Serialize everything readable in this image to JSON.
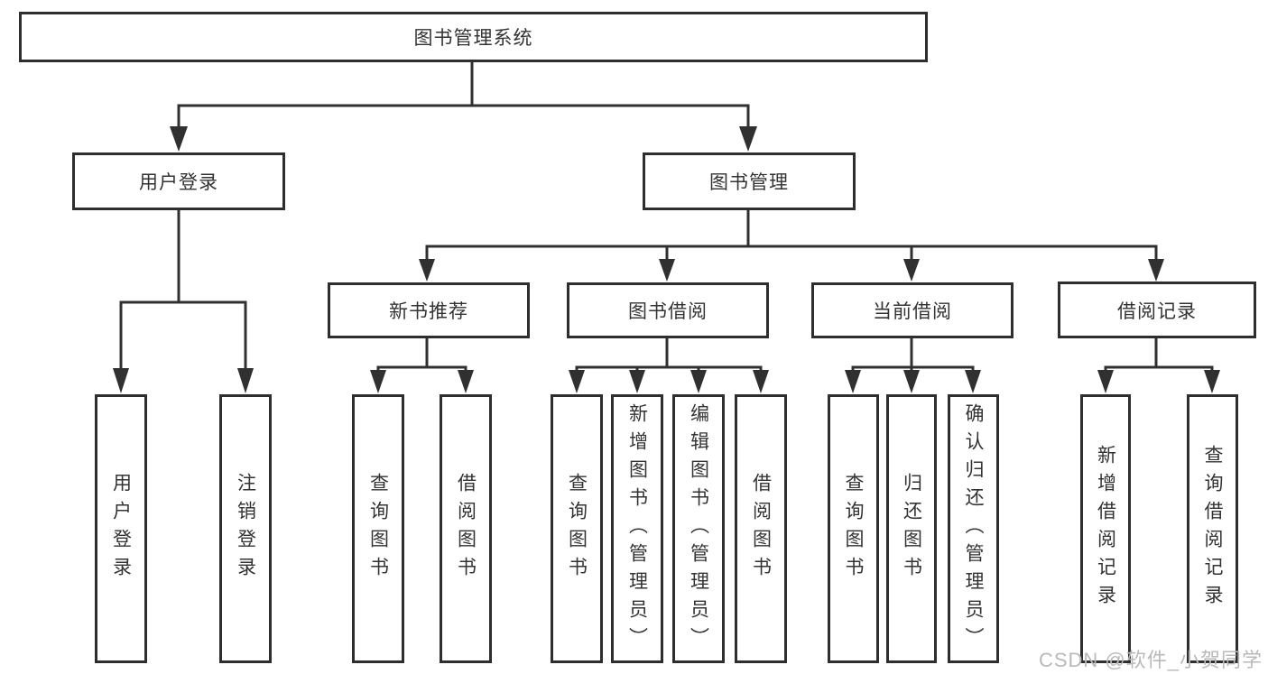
{
  "tree": {
    "label": "图书管理系统",
    "children": [
      {
        "label": "用户登录",
        "children": [
          {
            "label": "用户登录"
          },
          {
            "label": "注销登录"
          }
        ]
      },
      {
        "label": "图书管理",
        "children": [
          {
            "label": "新书推荐",
            "children": [
              {
                "label": "查询图书"
              },
              {
                "label": "借阅图书"
              }
            ]
          },
          {
            "label": "图书借阅",
            "children": [
              {
                "label": "查询图书"
              },
              {
                "label": "新增图书（管理员）"
              },
              {
                "label": "编辑图书（管理员）"
              },
              {
                "label": "借阅图书"
              }
            ]
          },
          {
            "label": "当前借阅",
            "children": [
              {
                "label": "查询图书"
              },
              {
                "label": "归还图书"
              },
              {
                "label": "确认归还（管理员）"
              }
            ]
          },
          {
            "label": "借阅记录",
            "children": [
              {
                "label": "新增借阅记录"
              },
              {
                "label": "查询借阅记录"
              }
            ]
          }
        ]
      }
    ]
  },
  "watermark": {
    "text": "CSDN @软件_小贺同学"
  },
  "colors": {
    "line": "#303030",
    "box_border": "#2e2e2e",
    "text": "#333333",
    "watermark": "#b9b9b9",
    "background": "#ffffff"
  }
}
